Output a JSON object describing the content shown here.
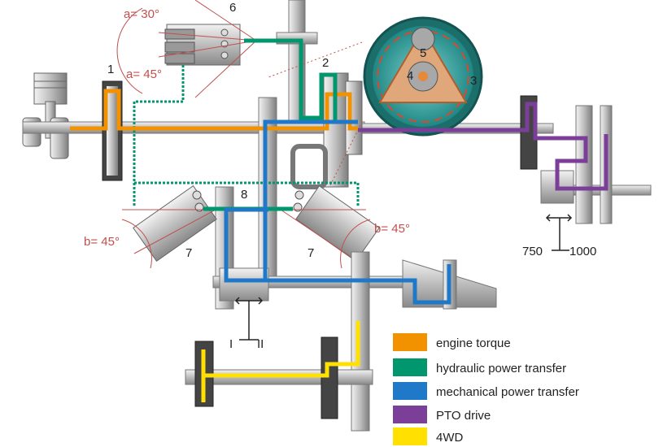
{
  "labels": {
    "n1": "1",
    "n2": "2",
    "n3": "3",
    "n4": "4",
    "n5": "5",
    "n6": "6",
    "n7a": "7",
    "n7b": "7",
    "n8": "8",
    "angle_a30": "a= 30°",
    "angle_a45": "a= 45°",
    "angle_b45_left": "b= 45°",
    "angle_b45_right": "b= 45°",
    "pto_750": "750",
    "pto_1000": "1000",
    "range_I": "I",
    "range_II": "II"
  },
  "legend": [
    {
      "label": "engine torque",
      "color": "#f39200"
    },
    {
      "label": "hydraulic power transfer",
      "color": "#00966e"
    },
    {
      "label": "mechanical power transfer",
      "color": "#1f78c8"
    },
    {
      "label": "PTO drive",
      "color": "#7b3f99"
    },
    {
      "label": "4WD",
      "color": "#ffe000"
    }
  ],
  "colors": {
    "angle_red": "#c0504d",
    "metal": "#bdbdbd",
    "metal_dark": "#555555",
    "gear_teal": "#2a9d9a"
  }
}
